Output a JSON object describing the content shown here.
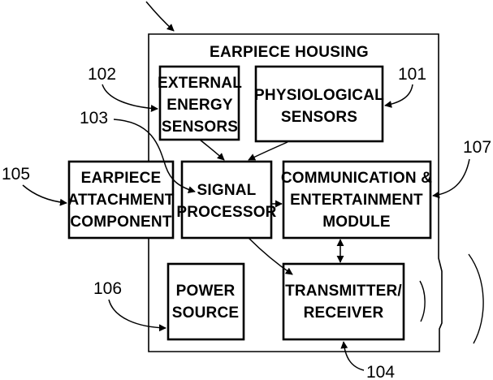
{
  "housing": {
    "title": "EARPIECE HOUSING"
  },
  "blocks": {
    "external_energy": [
      "EXTERNAL",
      "ENERGY",
      "SENSORS"
    ],
    "physiological": [
      "PHYSIOLOGICAL",
      "SENSORS"
    ],
    "attachment": [
      "EARPIECE",
      "ATTACHMENT",
      "COMPONENT"
    ],
    "signal_processor": [
      "SIGNAL",
      "PROCESSOR"
    ],
    "comm_module": [
      "COMMUNICATION &",
      "ENTERTAINMENT",
      "MODULE"
    ],
    "power": [
      "POWER",
      "SOURCE"
    ],
    "transceiver": [
      "TRANSMITTER/",
      "RECEIVER"
    ]
  },
  "refs": {
    "r101": "101",
    "r102": "102",
    "r103": "103",
    "r104": "104",
    "r105": "105",
    "r106": "106",
    "r107": "107"
  },
  "colors": {
    "ink": "#000000",
    "paper": "#ffffff"
  }
}
